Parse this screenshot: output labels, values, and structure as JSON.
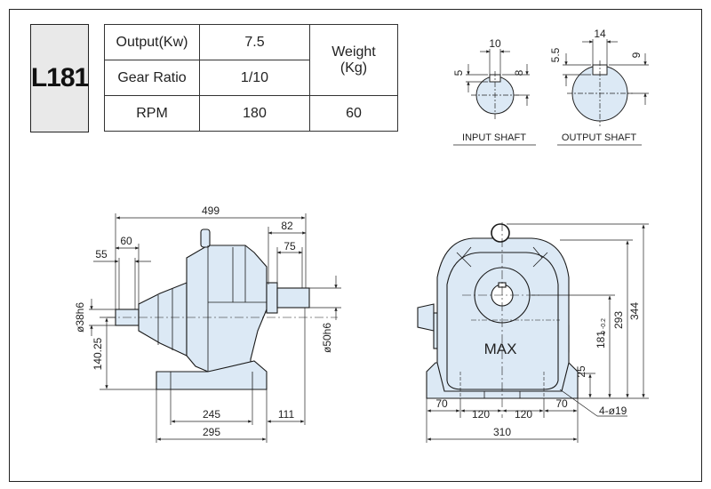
{
  "model": "L181",
  "specs": {
    "output_label": "Output(Kw)",
    "output_value": "7.5",
    "gear_ratio_label": "Gear Ratio",
    "gear_ratio_value": "1/10",
    "rpm_label": "RPM",
    "rpm_value": "180",
    "weight_label_line1": "Weight",
    "weight_label_line2": "(Kg)",
    "weight_value": "60"
  },
  "input_shaft": {
    "caption": "INPUT SHAFT",
    "dim_width": "10",
    "dim_left": "5",
    "dim_right": "8"
  },
  "output_shaft": {
    "caption": "OUTPUT SHAFT",
    "dim_width": "14",
    "dim_left": "5.5",
    "dim_right": "9"
  },
  "side_view": {
    "overall_length": "499",
    "output_length": "82",
    "output_key": "75",
    "input_length": "60",
    "input_key": "55",
    "input_diameter": "ø38h6",
    "shaft_height": "140.25",
    "output_diameter": "ø50h6",
    "base_inner": "245",
    "base_outer": "295",
    "base_offset": "111"
  },
  "front_view": {
    "label": "MAX",
    "total_height": "344",
    "body_height": "293",
    "shaft_center": "181",
    "shaft_center_tol": "0 -0.2",
    "base_height": "25",
    "foot_left": "70",
    "foot_right": "70",
    "bolt_left": "120",
    "bolt_right": "120",
    "overall_width": "310",
    "holes": "4-ø19"
  },
  "colors": {
    "fill": "#dce9f5",
    "line": "#1a1a1a"
  }
}
